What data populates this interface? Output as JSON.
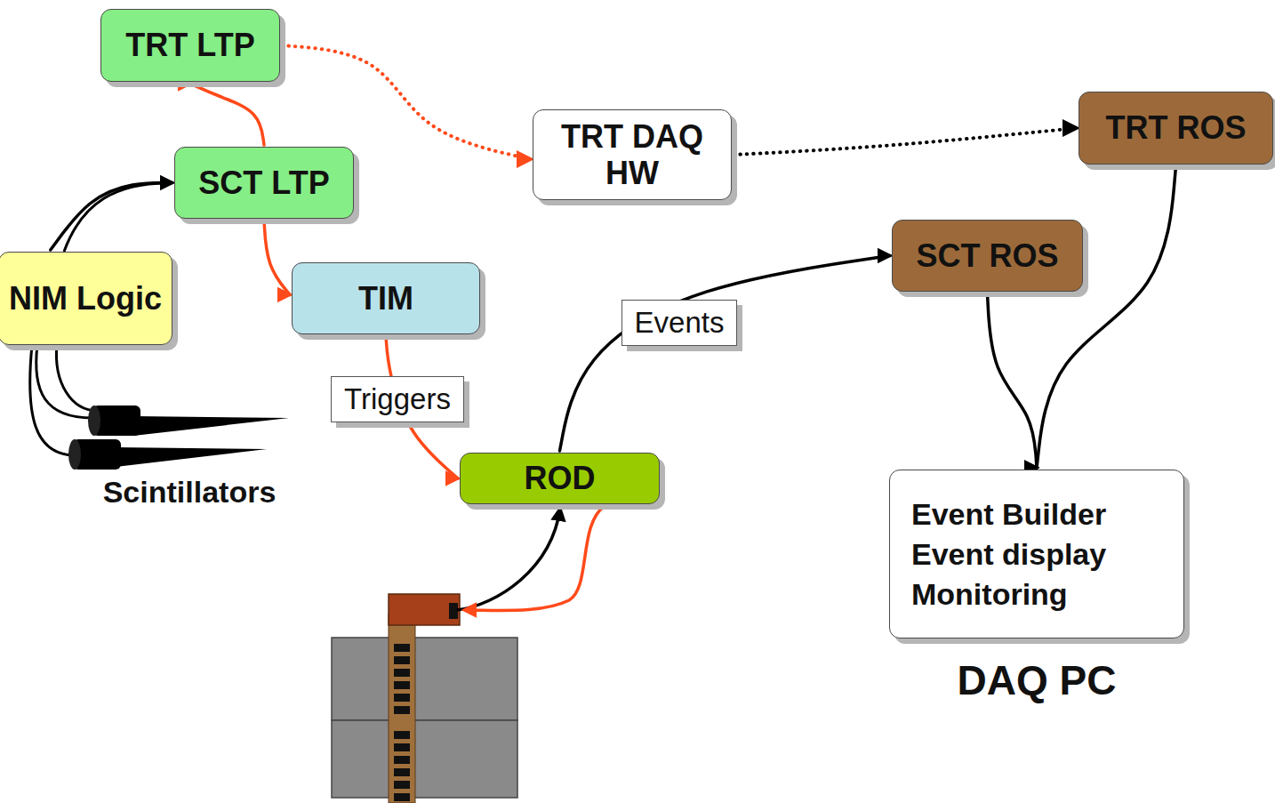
{
  "diagram": {
    "nodes": [
      {
        "text": [
          "TRT LTP"
        ]
      },
      {
        "text": [
          "SCT LTP"
        ]
      },
      {
        "text": [
          "NIM Logic"
        ]
      },
      {
        "text": [
          "TRT DAQ HW"
        ]
      },
      {
        "text": [
          "TRT ROS"
        ]
      },
      {
        "text": [
          "SCT ROS"
        ]
      },
      {
        "text": [
          "TIM"
        ]
      },
      {
        "text": [
          "ROD"
        ]
      },
      {
        "text": [
          "Event Builder",
          "Event display",
          "Monitoring",
          "DAQ PC"
        ]
      }
    ],
    "edges": [
      {
        "from": 1,
        "to": 0,
        "arrow": "to"
      },
      {
        "from": 1,
        "to": 6,
        "arrow": "to"
      },
      {
        "from": 0,
        "to": 3,
        "arrow": "to"
      },
      {
        "from": 3,
        "to": 4,
        "arrow": "to"
      },
      {
        "from": 2,
        "to": 1,
        "arrow": "to"
      },
      {
        "from": 6,
        "to": 7,
        "label": "Triggers",
        "arrow": "to"
      },
      {
        "from": 7,
        "to": 5,
        "label": "Events",
        "arrow": "to"
      },
      {
        "from": 5,
        "to": 8,
        "arrow": "to"
      },
      {
        "from": 4,
        "to": 8,
        "arrow": "to"
      }
    ],
    "labels": [
      "Scintillators"
    ]
  }
}
